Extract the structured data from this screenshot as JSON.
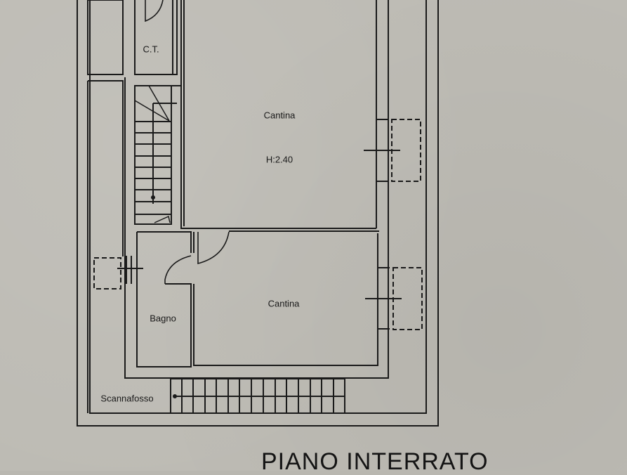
{
  "drawing": {
    "title": "PIANO INTERRATO",
    "line_color": "#1a1a1a",
    "paper_color": "#bdbbb4"
  },
  "rooms": [
    {
      "id": "ct",
      "label": "C.T."
    },
    {
      "id": "cantina-upper",
      "label": "Cantina",
      "height_label": "H:2.40"
    },
    {
      "id": "cantina-lower",
      "label": "Cantina"
    },
    {
      "id": "bagno",
      "label": "Bagno"
    },
    {
      "id": "scannafosso",
      "label": "Scannafosso"
    }
  ],
  "features": {
    "staircase_interior": "stairs-with-arrow-down",
    "staircase_exterior": "stairs-scannafosso",
    "light_wells": 3,
    "doors": 3
  }
}
